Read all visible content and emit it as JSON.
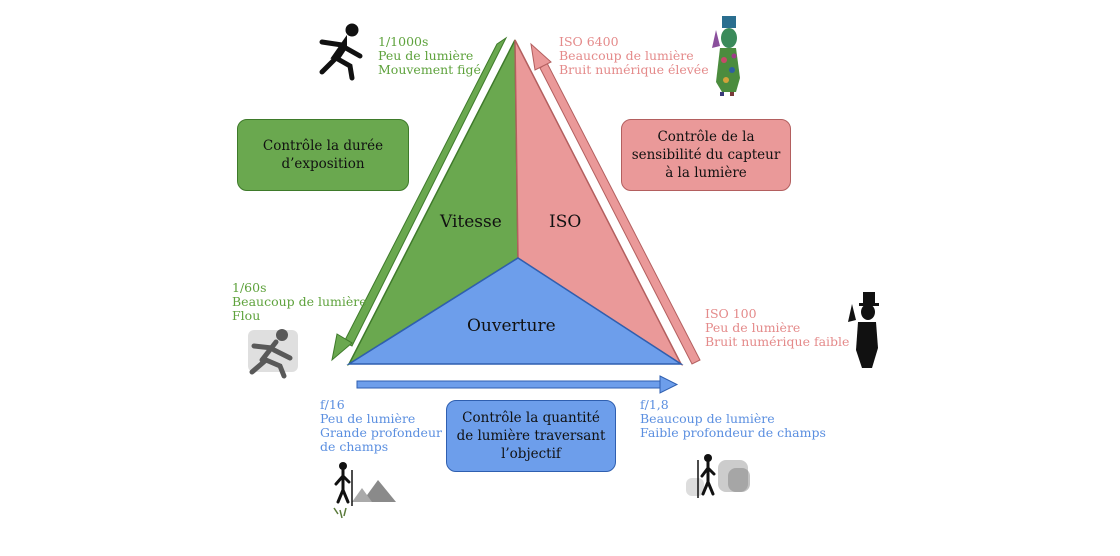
{
  "triangle": {
    "vitesse_label": "Vitesse",
    "iso_label": "ISO",
    "ouverture_label": "Ouverture"
  },
  "boxes": {
    "vitesse_desc": [
      "Contrôle la durée",
      "d’exposition"
    ],
    "iso_desc": [
      "Contrôle de la",
      "sensibilité du capteur",
      "à la lumière"
    ],
    "ouverture_desc": [
      "Contrôle la quantité",
      "de lumière traversant",
      "l’objectif"
    ]
  },
  "annotations": {
    "fast_shutter": [
      "1/1000s",
      "Peu de lumière",
      "Mouvement figé"
    ],
    "slow_shutter": [
      "1/60s",
      "Beaucoup de lumière",
      "Flou"
    ],
    "high_iso": [
      "ISO 6400",
      "Beaucoup de lumière",
      "Bruit numérique élevée"
    ],
    "low_iso": [
      "ISO 100",
      "Peu de lumière",
      "Bruit numérique faible"
    ],
    "small_aperture": [
      "f/16",
      "Peu de lumière",
      "Grande profondeur",
      "de champs"
    ],
    "large_aperture": [
      "f/1,8",
      "Beaucoup de lumière",
      "Faible profondeur de champs"
    ]
  },
  "colors": {
    "green": "#6aa84f",
    "pink": "#ea9999",
    "blue": "#6d9eeb"
  },
  "icons": {
    "runner_sharp": "running-figure-icon",
    "runner_blurred": "blurred-runner-icon",
    "noisy_figure": "noisy-figure-icon",
    "clean_figure": "clean-figure-icon",
    "hiker_sharp_background": "hiker-mountain-icon",
    "hiker_blurred_background": "hiker-blurred-background-icon"
  }
}
